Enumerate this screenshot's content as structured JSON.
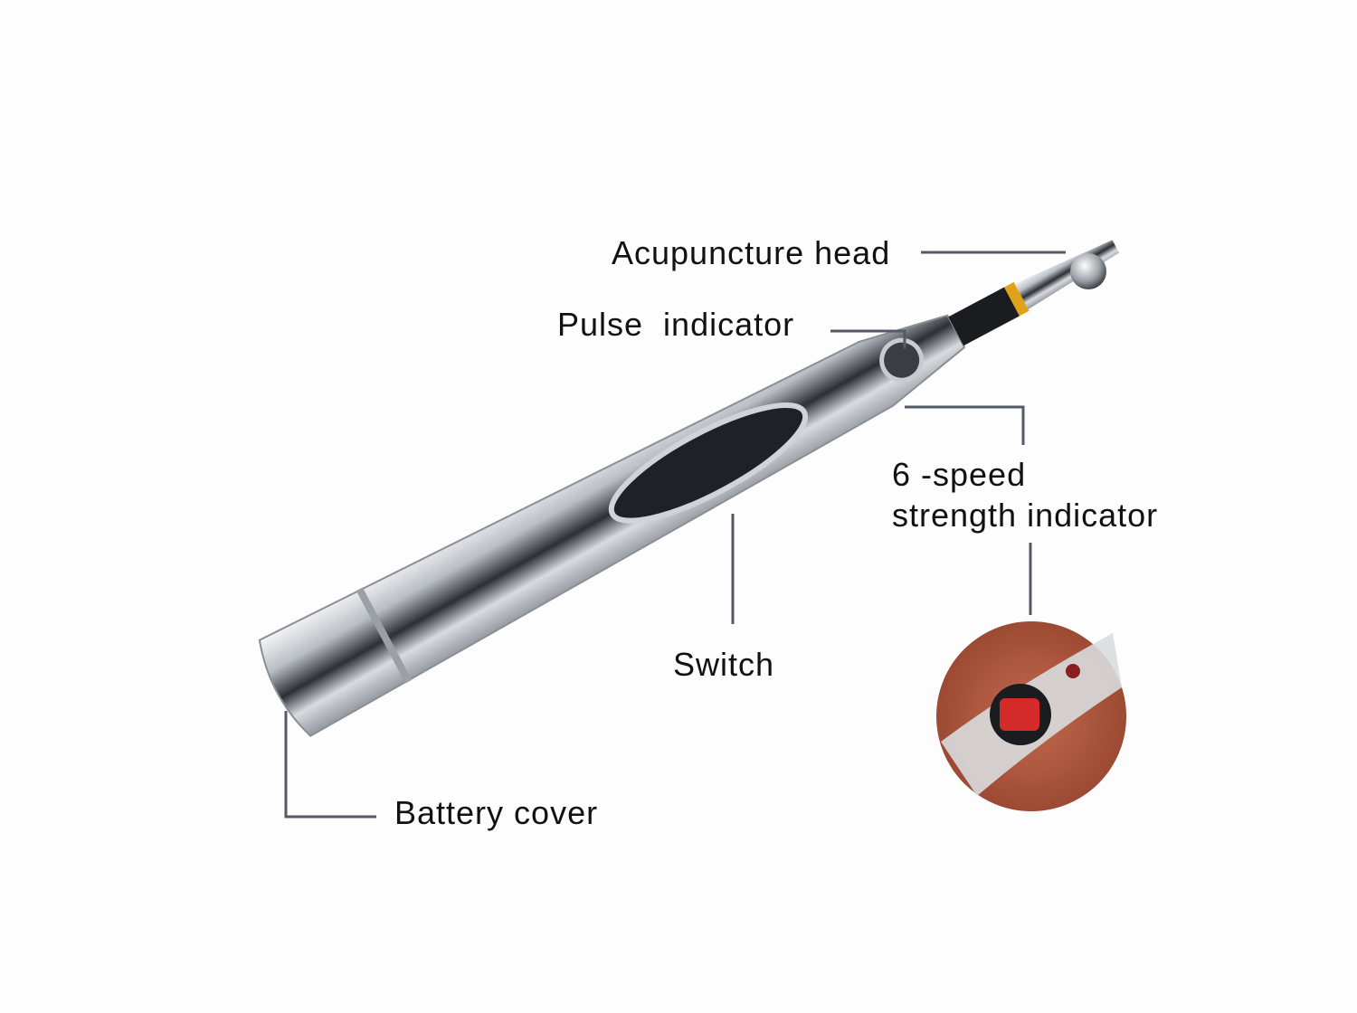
{
  "labels": {
    "acupuncture_head": "Acupuncture head",
    "pulse_indicator": "Pulse  indicator",
    "strength_line1": "6 -speed",
    "strength_line2": "strength indicator",
    "switch": "Switch",
    "battery_cover": "Battery cover"
  },
  "colors": {
    "chrome": "#c9cdd2",
    "dark": "#1a1c20",
    "gold_ring": "#e0a21a",
    "leader_line": "#555a66",
    "inset_bg": "#b0563c",
    "led_red": "#d42a2a"
  }
}
